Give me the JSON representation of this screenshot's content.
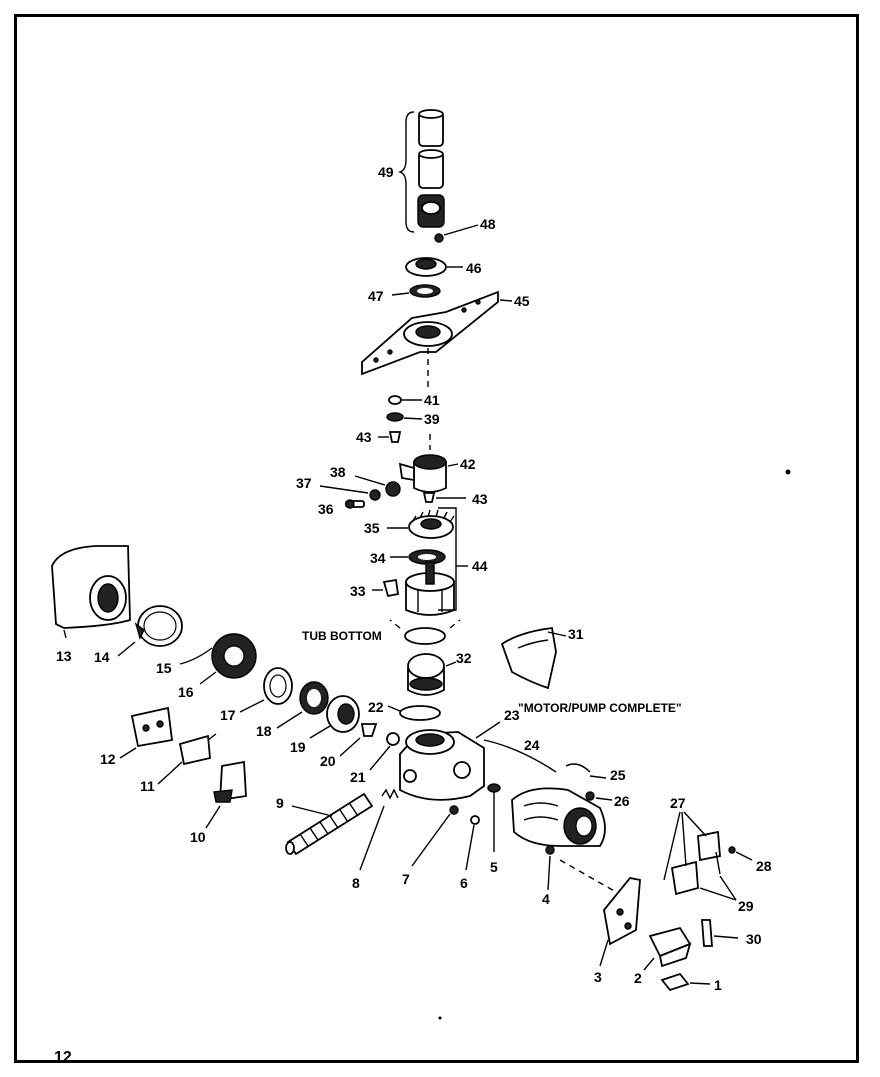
{
  "labels": {
    "n1": "1",
    "n2": "2",
    "n3": "3",
    "n4": "4",
    "n5": "5",
    "n6": "6",
    "n7": "7",
    "n8": "8",
    "n9": "9",
    "n10": "10",
    "n11": "11",
    "n12": "12",
    "n13": "13",
    "n14": "14",
    "n15": "15",
    "n16": "16",
    "n17": "17",
    "n18": "18",
    "n19": "19",
    "n20": "20",
    "n21": "21",
    "n22": "22",
    "n23": "23",
    "n24": "24",
    "n25": "25",
    "n26": "26",
    "n27": "27",
    "n28": "28",
    "n29": "29",
    "n30": "30",
    "n31": "31",
    "n32": "32",
    "n33": "33",
    "n34": "34",
    "n35": "35",
    "n36": "36",
    "n37": "37",
    "n38": "38",
    "n39": "39",
    "n41": "41",
    "n42": "42",
    "n43a": "43",
    "n43b": "43",
    "n44": "44",
    "n45": "45",
    "n46": "46",
    "n47": "47",
    "n48": "48",
    "n49": "49"
  },
  "captions": {
    "tub_bottom": "TUB BOTTOM",
    "motor_pump": "\"MOTOR/PUMP COMPLETE\""
  },
  "page_number": "12"
}
